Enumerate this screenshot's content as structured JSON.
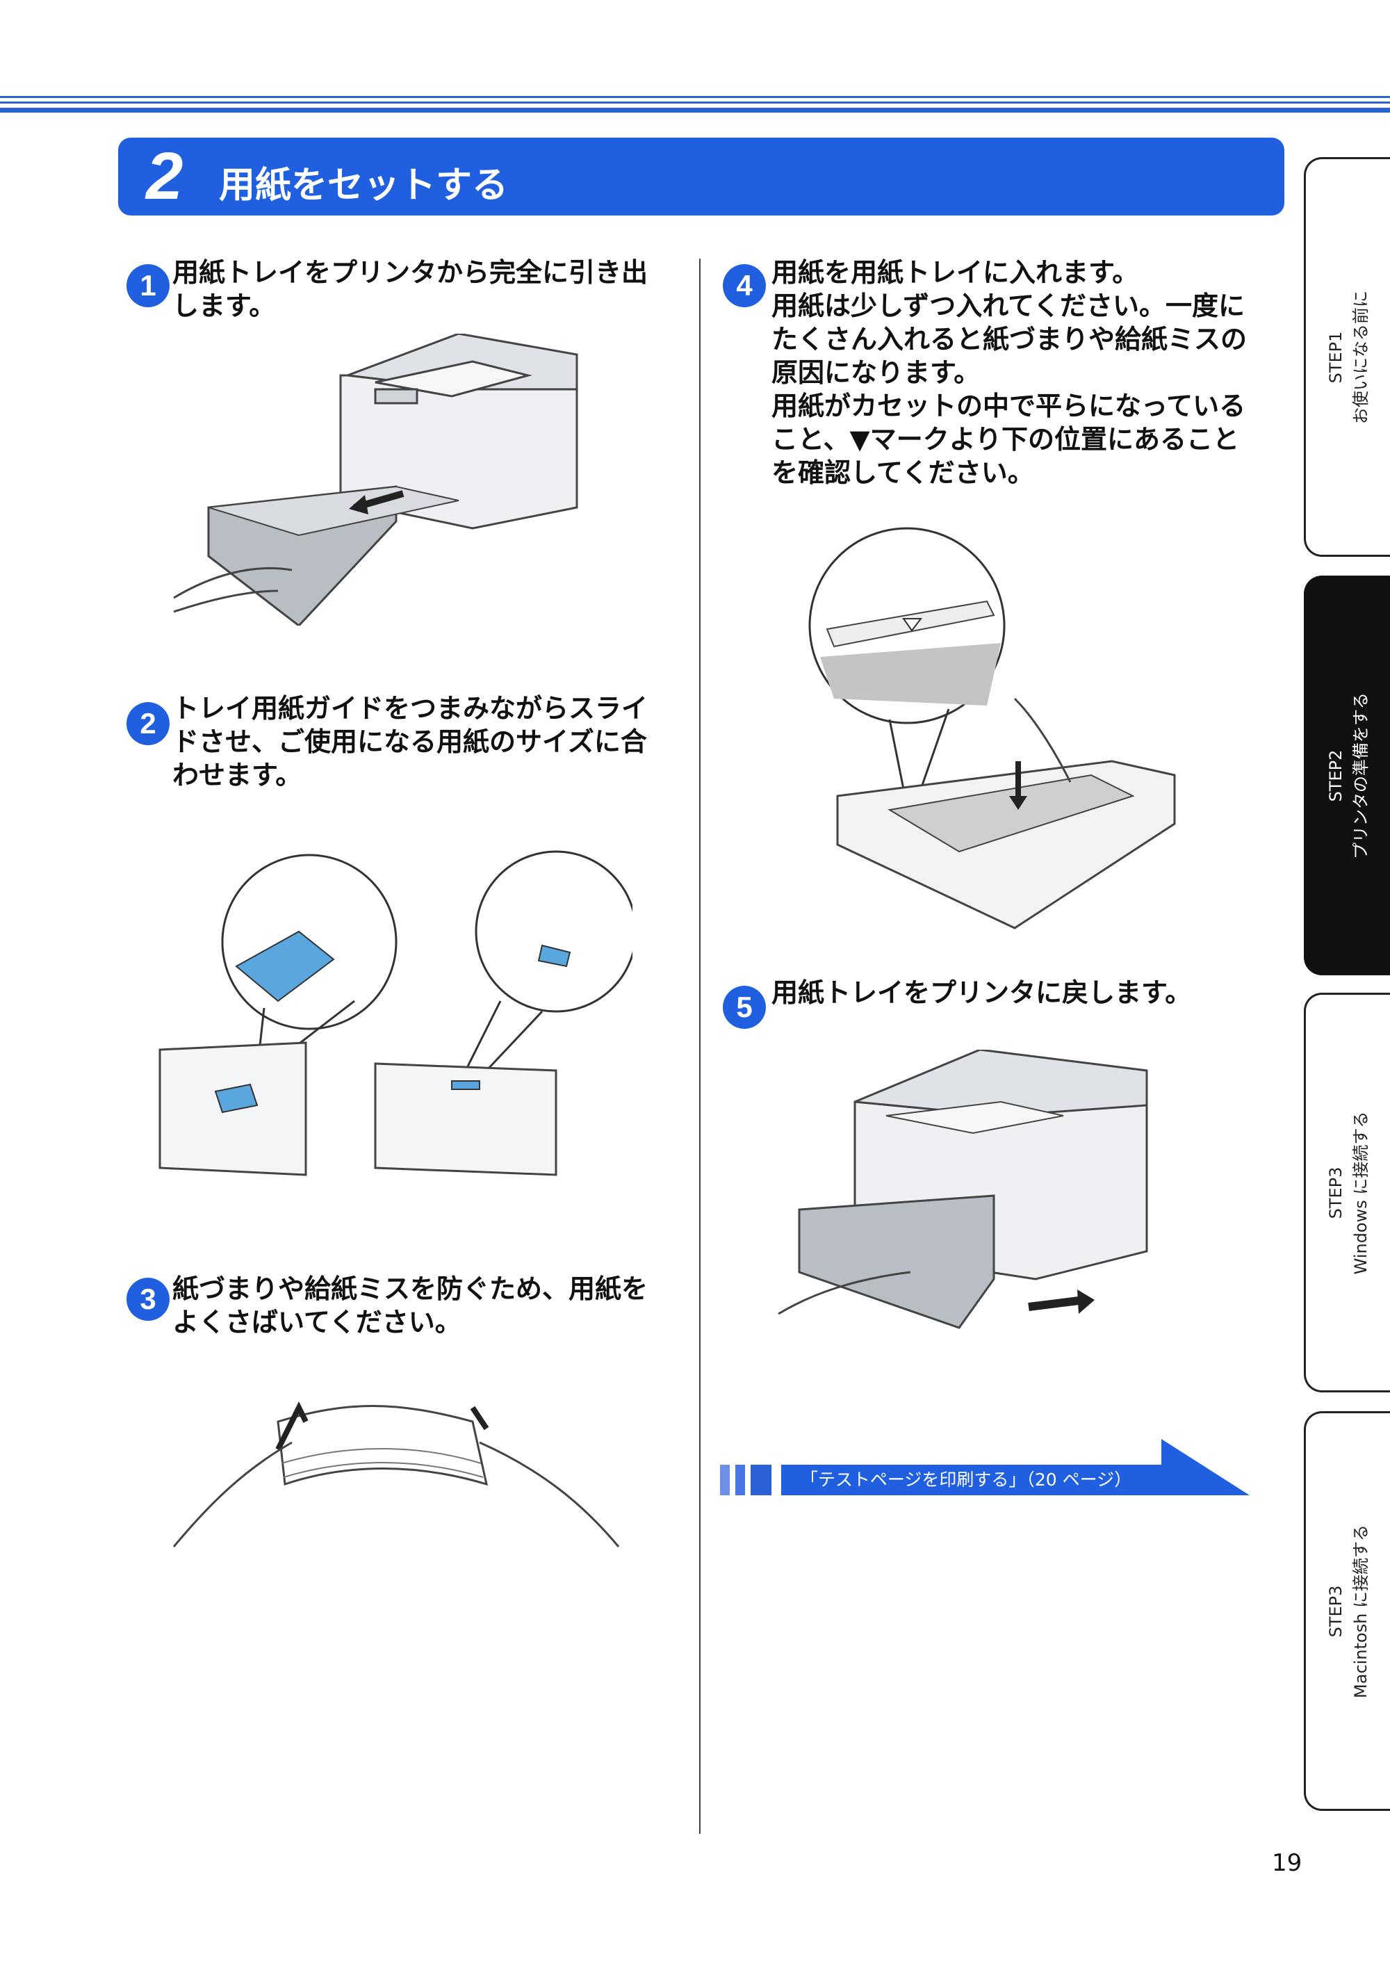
{
  "section": {
    "number": "2",
    "title": "用紙をセットする"
  },
  "steps": [
    {
      "num": "1",
      "lines": [
        "用紙トレイをプリンタから完全に引き出",
        "します。"
      ]
    },
    {
      "num": "2",
      "lines": [
        "トレイ用紙ガイドをつまみながらスライ",
        "ドさせ、ご使用になる用紙のサイズに合",
        "わせます。"
      ]
    },
    {
      "num": "3",
      "lines": [
        "紙づまりや給紙ミスを防ぐため、用紙を",
        "よくさばいてください。"
      ]
    },
    {
      "num": "4",
      "lines": [
        "用紙を用紙トレイに入れます。",
        "用紙は少しずつ入れてください。一度に",
        "たくさん入れると紙づまりや給紙ミスの",
        "原因になります。",
        "用紙がカセットの中で平らになっている",
        "こと、▼マークより下の位置にあること",
        "を確認してください。"
      ]
    },
    {
      "num": "5",
      "lines": [
        "用紙トレイをプリンタに戻します。"
      ]
    }
  ],
  "link": {
    "label": "「テストページを印刷する」（20 ページ）"
  },
  "tabs": [
    {
      "step": "STEP1",
      "label": "お使いになる前に",
      "active": false
    },
    {
      "step": "STEP2",
      "label": "プリンタの準備をする",
      "active": true
    },
    {
      "step": "STEP3",
      "label": "Windows に接続する",
      "active": false
    },
    {
      "step": "STEP3",
      "label": "Macintosh に接続する",
      "active": false
    }
  ],
  "page_number": "19",
  "colors": {
    "accent": "#1f5fe0",
    "tab_active": "#111111",
    "guide_blue": "#5aa7e0"
  }
}
